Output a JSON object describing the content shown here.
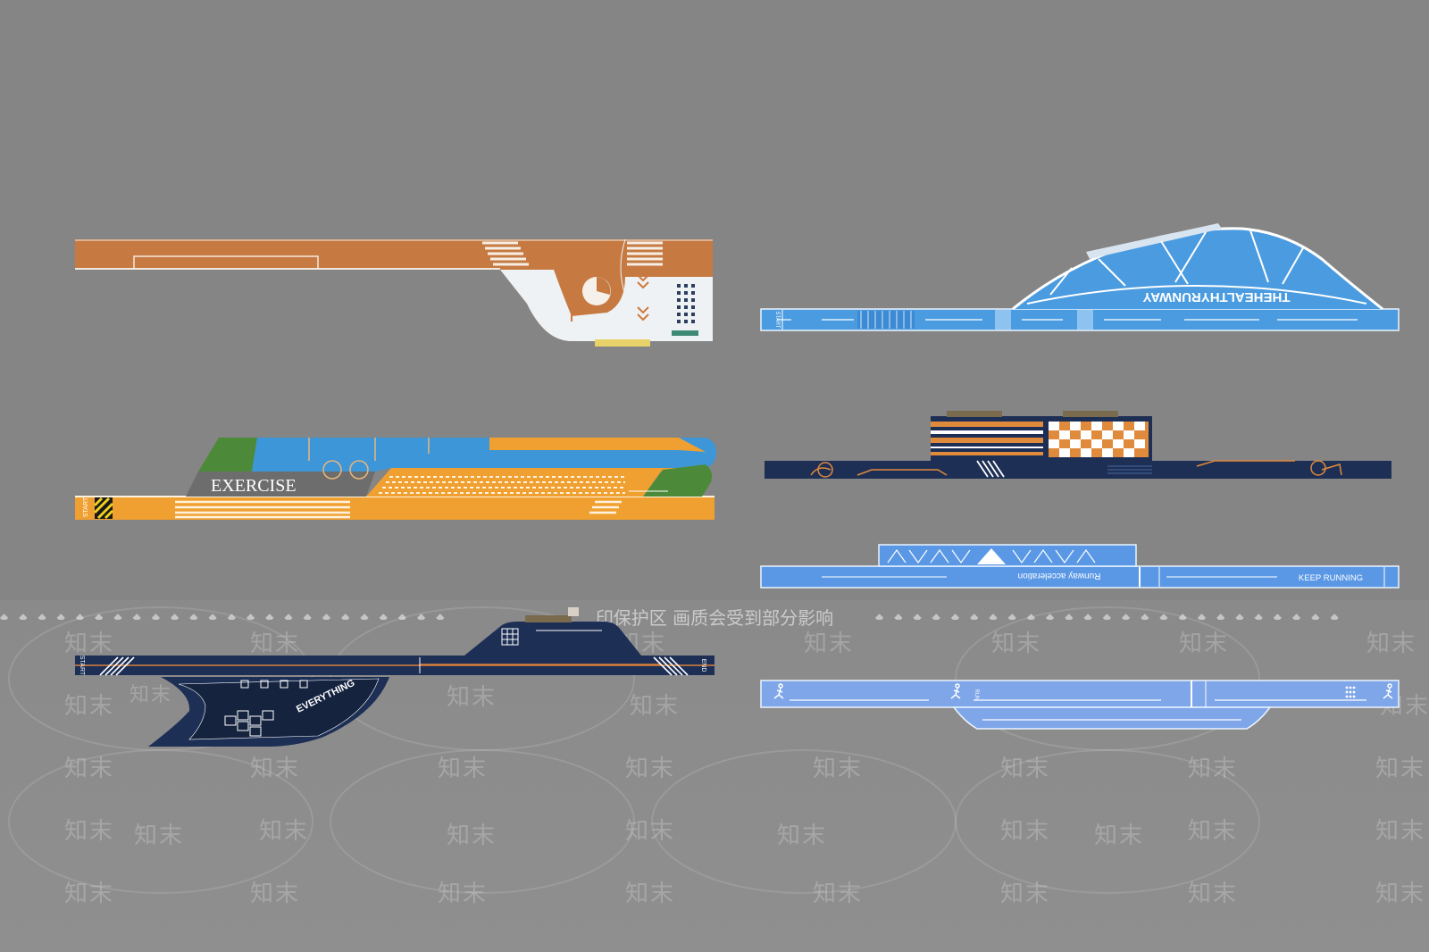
{
  "watermark": {
    "notice": "印保护区 画质会受到部分影响",
    "brand": "知末"
  },
  "panels": {
    "orange_runway": {
      "name": "orange-runway-plan"
    },
    "exercise": {
      "label": "EXERCISE",
      "start": "START"
    },
    "navy_everything": {
      "label": "EVERYTHING",
      "start": "START",
      "end": "END"
    },
    "healthy_runway": {
      "label": "THEHEALTHYRUNWAY",
      "start": "START"
    },
    "navy_checker": {
      "name": "navy-checker-plan"
    },
    "blue_keep_running": {
      "left_label": "Runway acceleration",
      "right_label": "KEEP RUNNING"
    },
    "blue_run": {
      "label": "RUN"
    }
  },
  "colors": {
    "background": "#858585",
    "orange": "#c8773e",
    "bright_orange": "#f0a030",
    "navy": "#1e2f55",
    "sky_blue": "#4a9be0",
    "light_blue": "#5a98e6",
    "green": "#4a8a3a"
  }
}
